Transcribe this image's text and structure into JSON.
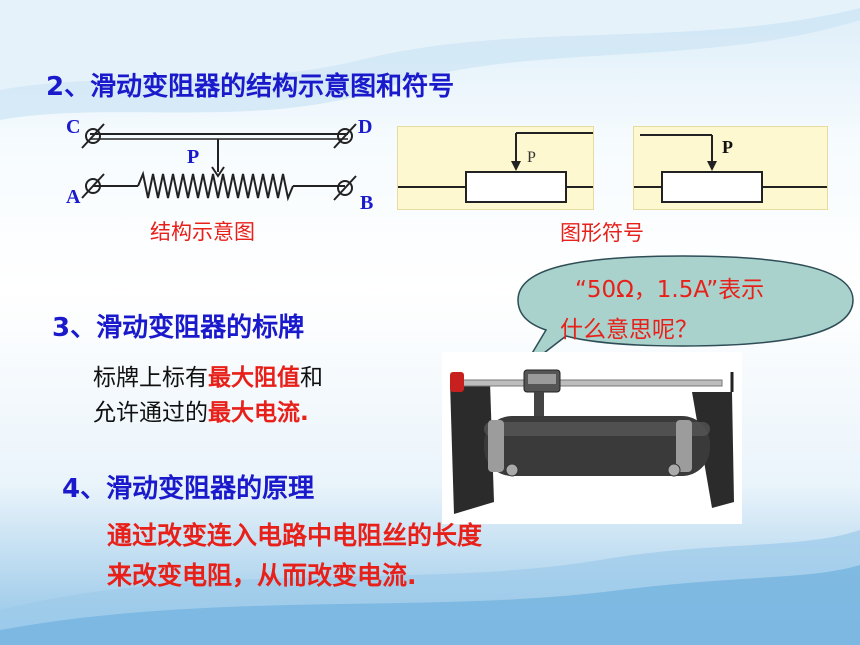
{
  "section2": {
    "title": "2、滑动变阻器的结构示意图和符号",
    "label_c": "C",
    "label_d": "D",
    "label_a": "A",
    "label_b": "B",
    "label_p": "P",
    "structure_caption": "结构示意图",
    "symbol1_label": "P",
    "symbol2_label": "P",
    "symbol_caption": "图形符号"
  },
  "bubble": {
    "text_line1": "“50Ω，1.5A”表示",
    "text_line2": "什么意思呢？"
  },
  "section3": {
    "title": "3、滑动变阻器的标牌",
    "line1_part1": "标牌上标有",
    "line1_highlight": "最大阻值",
    "line1_part2": "和",
    "line2_part1": "允许通过的",
    "line2_highlight": "最大电流."
  },
  "section4": {
    "title": "4、滑动变阻器的原理",
    "line1": "通过改变连入电路中电阻丝的长度",
    "line2": "来改变电阻，从而改变电流."
  },
  "colors": {
    "title_blue": "#1a1acc",
    "highlight_red": "#e8201a",
    "symbol_bg": "#fdf8cf",
    "bubble_fill": "#a9d2cc"
  }
}
